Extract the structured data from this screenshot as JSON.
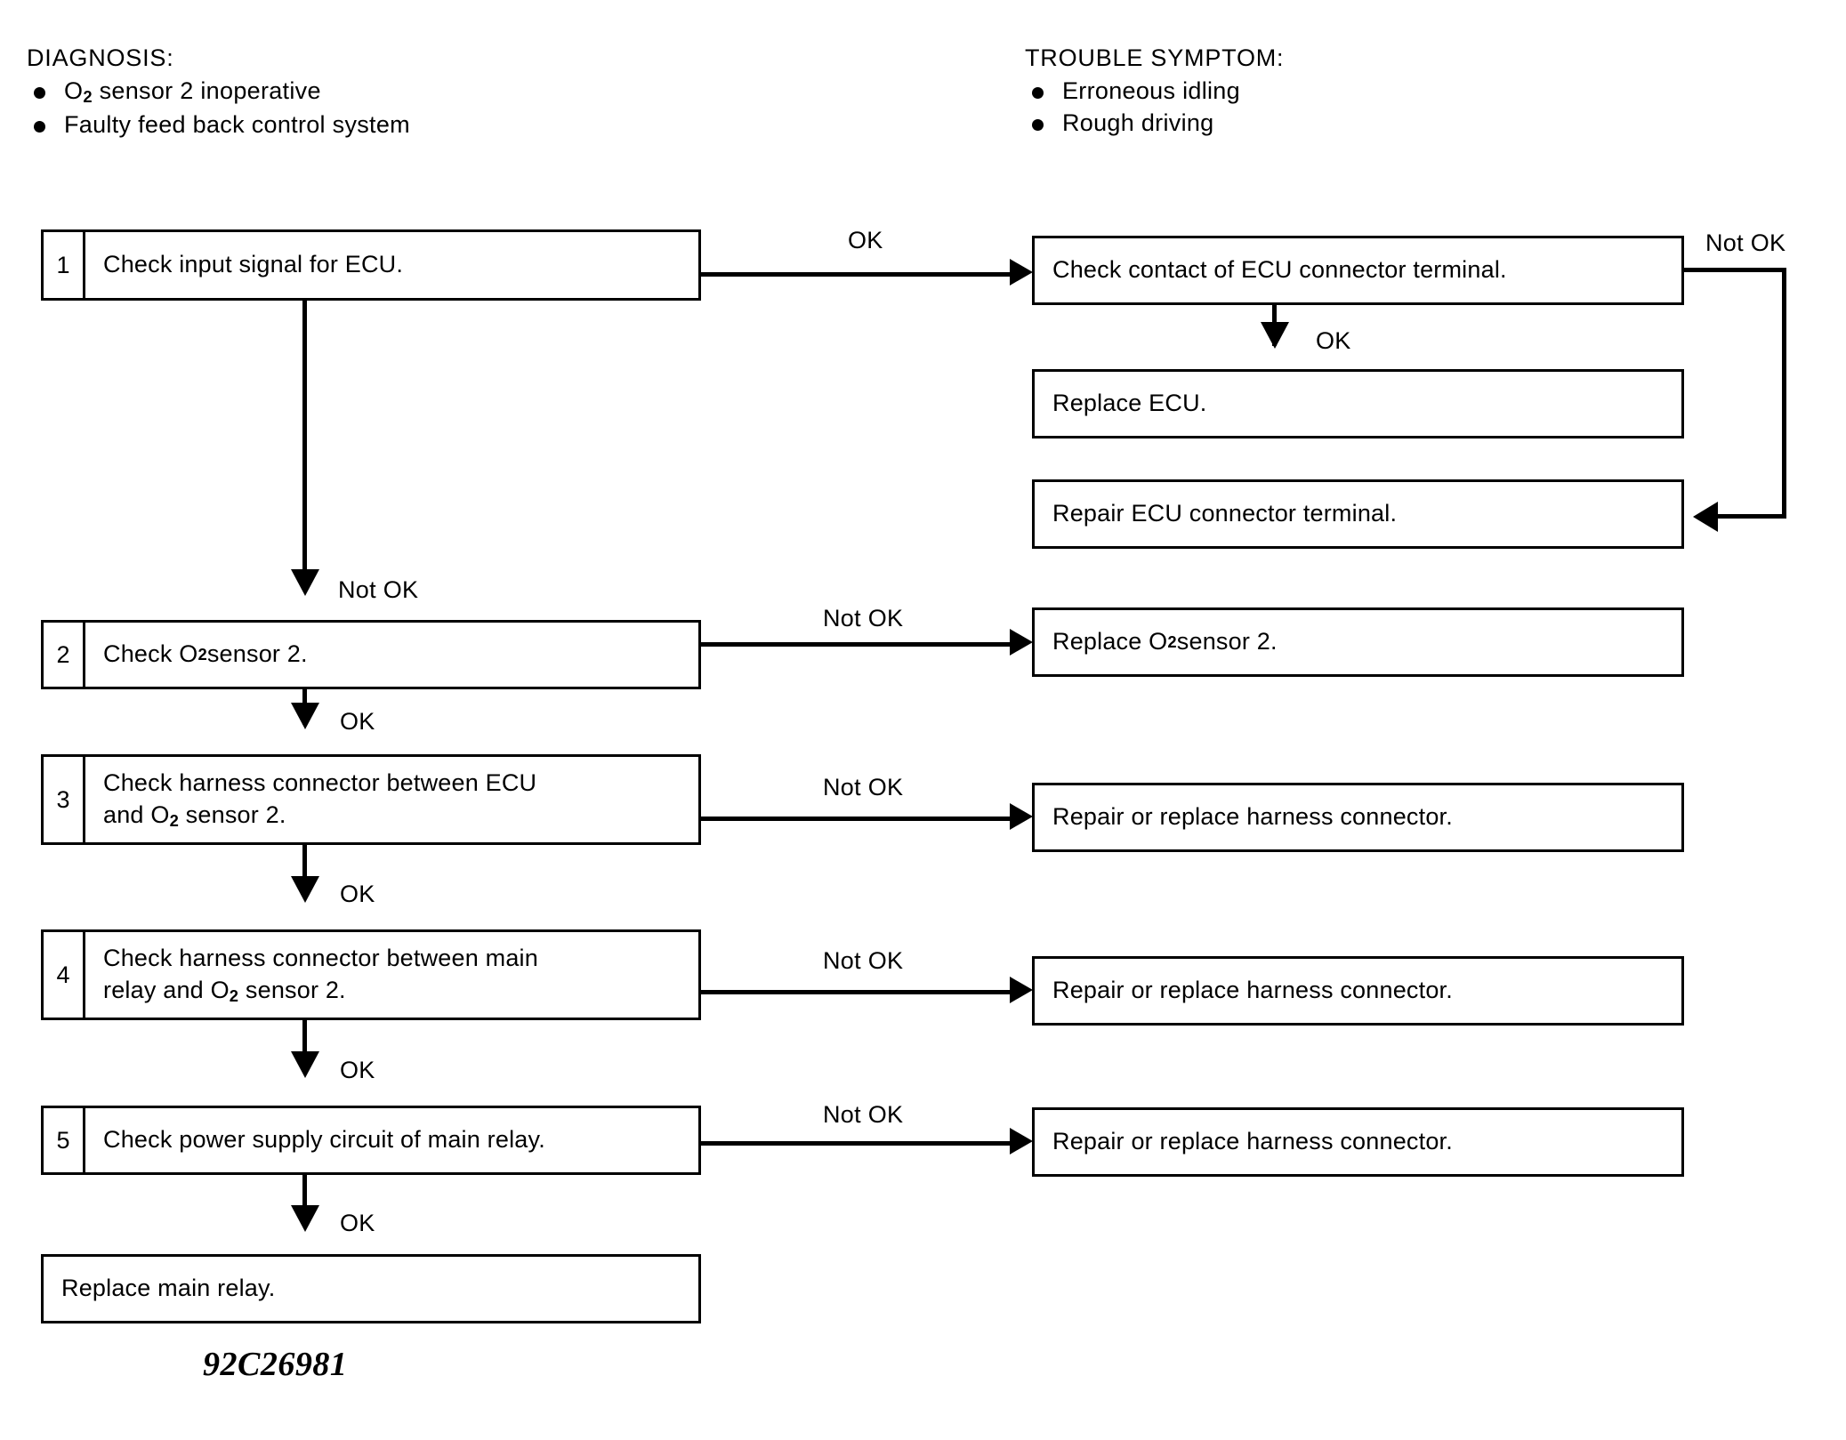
{
  "header": {
    "diagnosis": {
      "title": "DIAGNOSIS:",
      "items": [
        {
          "pre": "O",
          "sub": "2",
          "post": " sensor 2 inoperative"
        },
        {
          "pre": "Faulty feed back control system",
          "sub": "",
          "post": ""
        }
      ]
    },
    "trouble_symptom": {
      "title": "TROUBLE SYMPTOM:",
      "items": [
        {
          "pre": "Erroneous idling",
          "sub": "",
          "post": ""
        },
        {
          "pre": "Rough driving",
          "sub": "",
          "post": ""
        }
      ]
    }
  },
  "steps": [
    {
      "num": "1",
      "line1": "Check input signal for ECU.",
      "line2": ""
    },
    {
      "num": "2",
      "line1_pre": "Check O",
      "line1_sub": "2",
      "line1_post": " sensor 2."
    },
    {
      "num": "3",
      "line1": "Check harness connector between ECU",
      "line2_pre": "and O",
      "line2_sub": "2",
      "line2_post": " sensor 2."
    },
    {
      "num": "4",
      "line1": "Check harness connector between main",
      "line2_pre": "relay and O",
      "line2_sub": "2",
      "line2_post": " sensor 2."
    },
    {
      "num": "5",
      "line1": "Check power supply circuit of main relay.",
      "line2": ""
    }
  ],
  "results": {
    "check_contact": "Check contact of ECU connector terminal.",
    "replace_ecu": "Replace ECU.",
    "repair_ecu_terminal": "Repair ECU connector terminal.",
    "replace_o2_pre": "Replace O",
    "replace_o2_sub": "2",
    "replace_o2_post": " sensor 2.",
    "repair_harness_3": "Repair or replace harness connector.",
    "repair_harness_4": "Repair or replace harness connector.",
    "repair_harness_5": "Repair or replace harness connector.",
    "replace_main_relay": "Replace main relay."
  },
  "edge_labels": {
    "step1_ok": "OK",
    "step1_notok": "Not OK",
    "contact_notok": "Not OK",
    "contact_ok": "OK",
    "step2_notok_right": "Not OK",
    "step2_ok_down": "OK",
    "step3_notok": "Not OK",
    "step3_ok_down": "OK",
    "step4_notok": "Not OK",
    "step4_ok_down": "OK",
    "step5_notok": "Not OK",
    "step5_ok_down": "OK"
  },
  "figure_code": "92C26981",
  "colors": {
    "ink": "#000000",
    "paper": "#ffffff"
  }
}
